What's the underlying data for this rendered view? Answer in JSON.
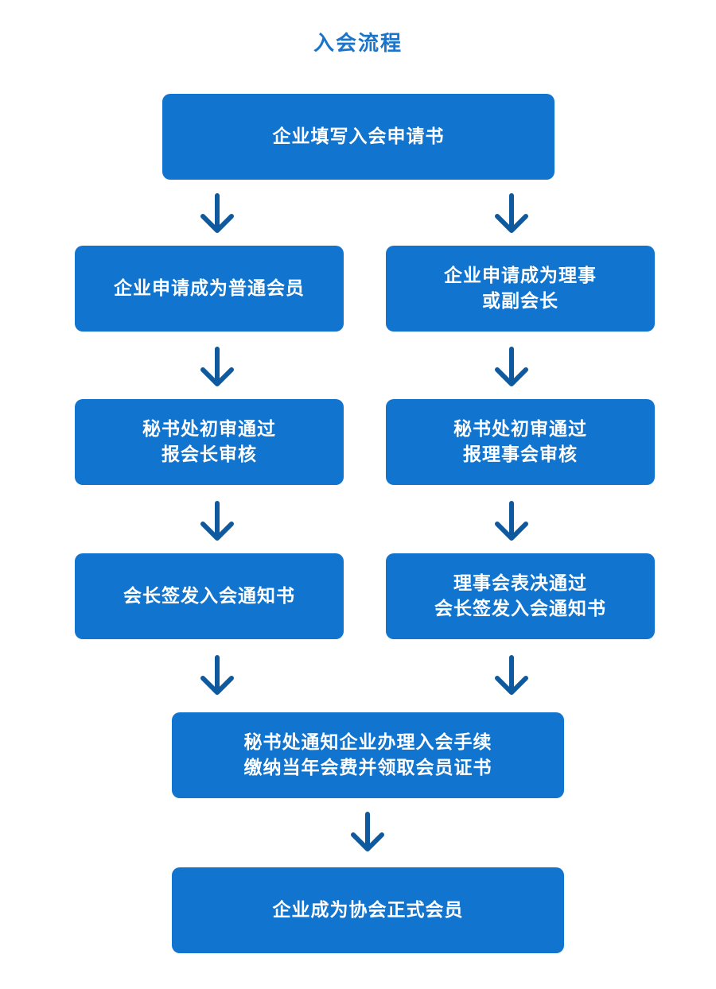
{
  "title": "入会流程",
  "colors": {
    "title": "#1a74c9",
    "box": "#1174cf",
    "box_text": "#ffffff",
    "arrow": "#0f5a9e"
  },
  "nodes": {
    "apply": "企业填写入会申请书",
    "left_1": "企业申请成为普通会员",
    "right_1": "企业申请成为理事\n或副会长",
    "left_2": "秘书处初审通过\n报会长审核",
    "right_2": "秘书处初审通过\n报理事会审核",
    "left_3": "会长签发入会通知书",
    "right_3": "理事会表决通过\n会长签发入会通知书",
    "procedures": "秘书处通知企业办理入会手续\n缴纳当年会费并领取会员证书",
    "final": "企业成为协会正式会员"
  }
}
